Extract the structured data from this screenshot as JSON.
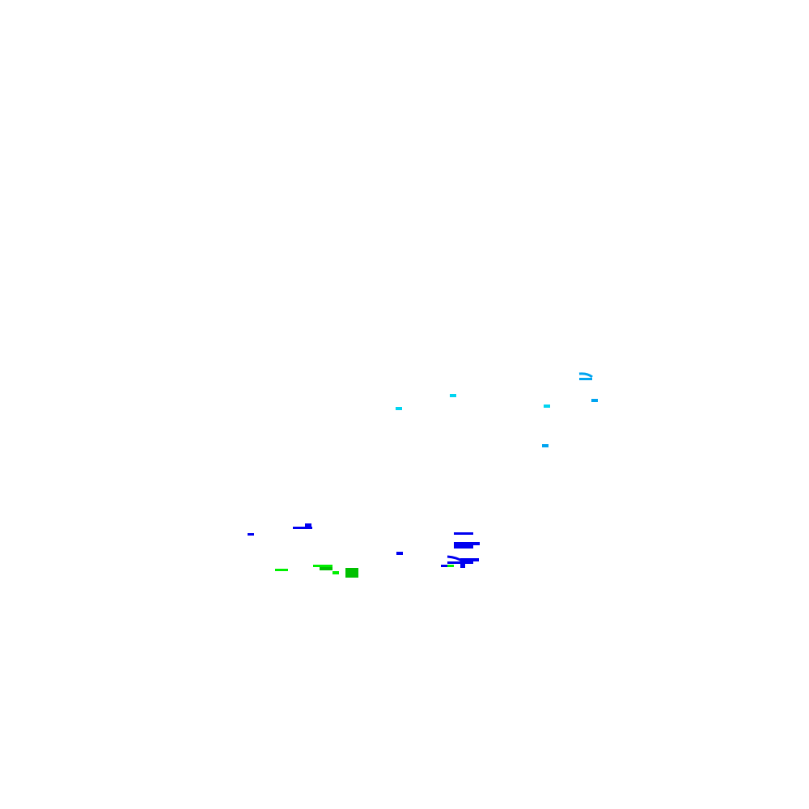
{
  "background": "#ffffff",
  "groups": [
    {
      "name": "cyan-marks",
      "color_primary": "#00d4f0",
      "color_secondary": "#00a4f0"
    },
    {
      "name": "blue-marks",
      "color_primary": "#0000f0"
    },
    {
      "name": "green-marks",
      "color_primary": "#00f000",
      "color_secondary": "#00c000"
    }
  ]
}
